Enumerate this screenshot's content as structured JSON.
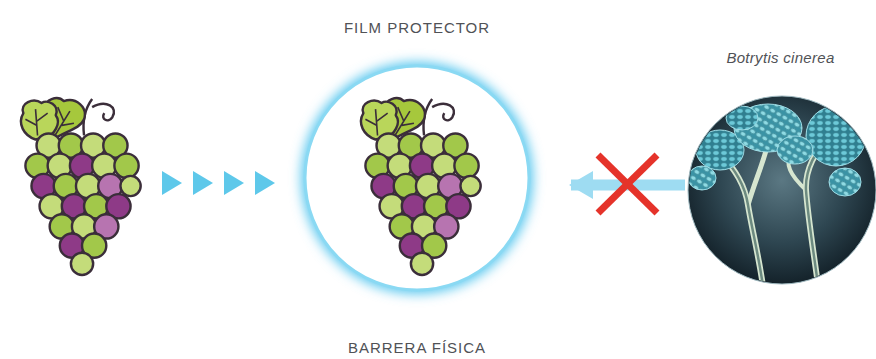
{
  "diagram": {
    "nodes": [
      {
        "text": [
          "FILM PROTECTOR",
          "BARRERA FÍSICA"
        ]
      },
      {
        "text": [
          "Botrytis cinerea"
        ]
      }
    ],
    "edges": [
      {
        "from": 1,
        "to": 0,
        "arrow": "to"
      }
    ]
  }
}
